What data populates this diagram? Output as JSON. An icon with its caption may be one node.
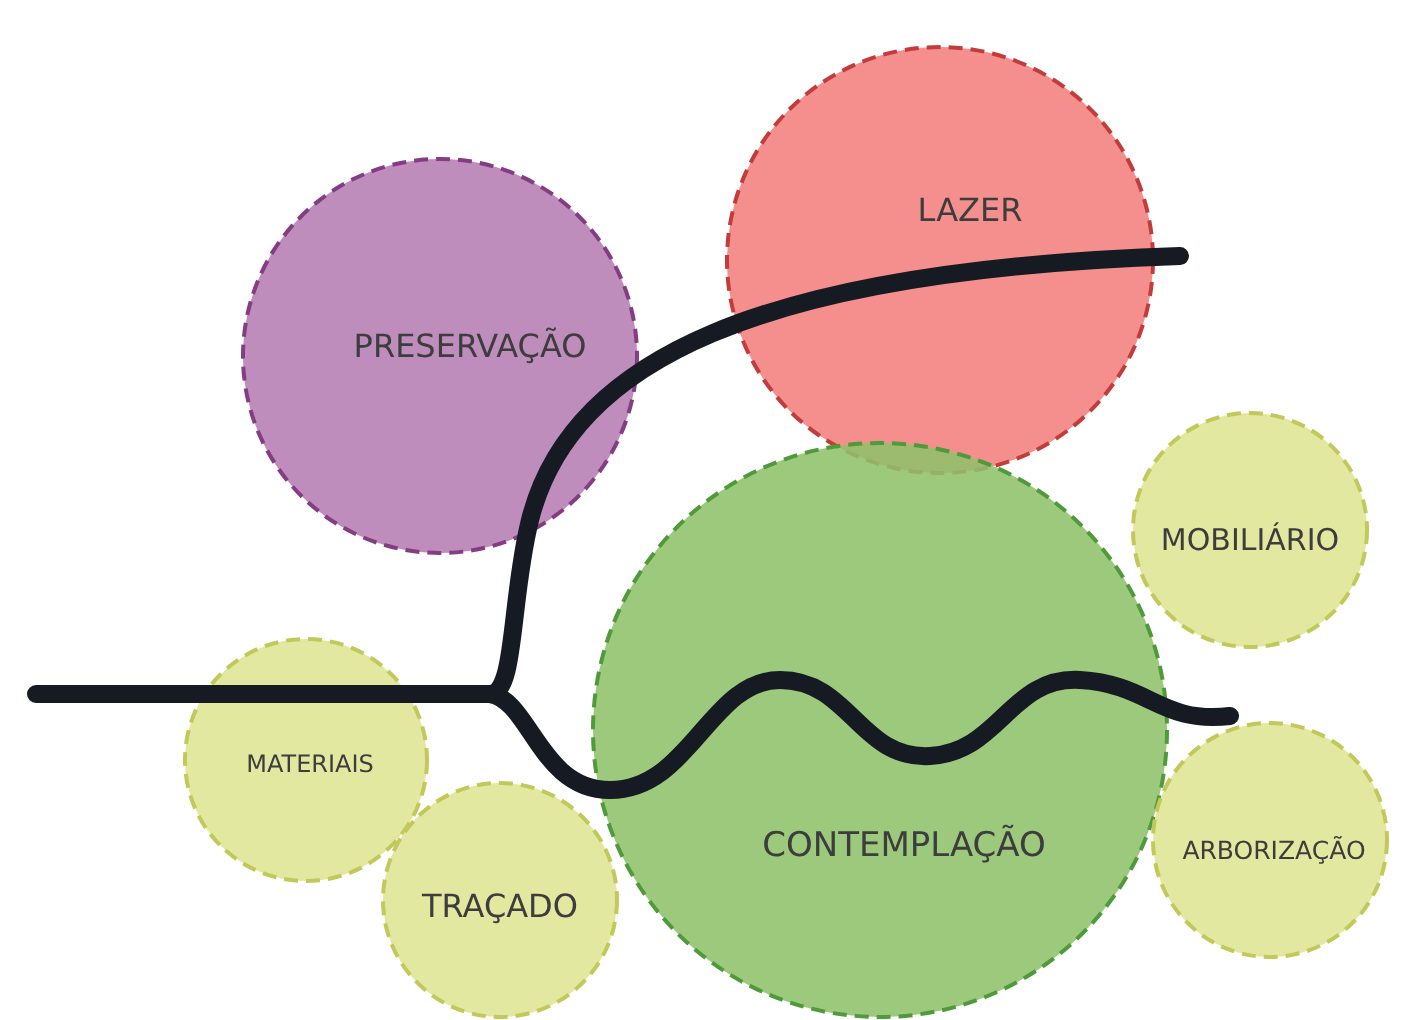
{
  "diagram": {
    "nodes": [
      {
        "text": [
          "LAZER"
        ]
      },
      {
        "text": [
          "PRESERVAÇÃO"
        ]
      },
      {
        "text": [
          "MOBILIÁRIO"
        ]
      },
      {
        "text": [
          "MATERIAIS"
        ]
      },
      {
        "text": [
          "CONTEMPLAÇÃO"
        ]
      },
      {
        "text": [
          "ARBORIZAÇÃO"
        ]
      },
      {
        "text": [
          "TRAÇADO"
        ]
      }
    ]
  }
}
